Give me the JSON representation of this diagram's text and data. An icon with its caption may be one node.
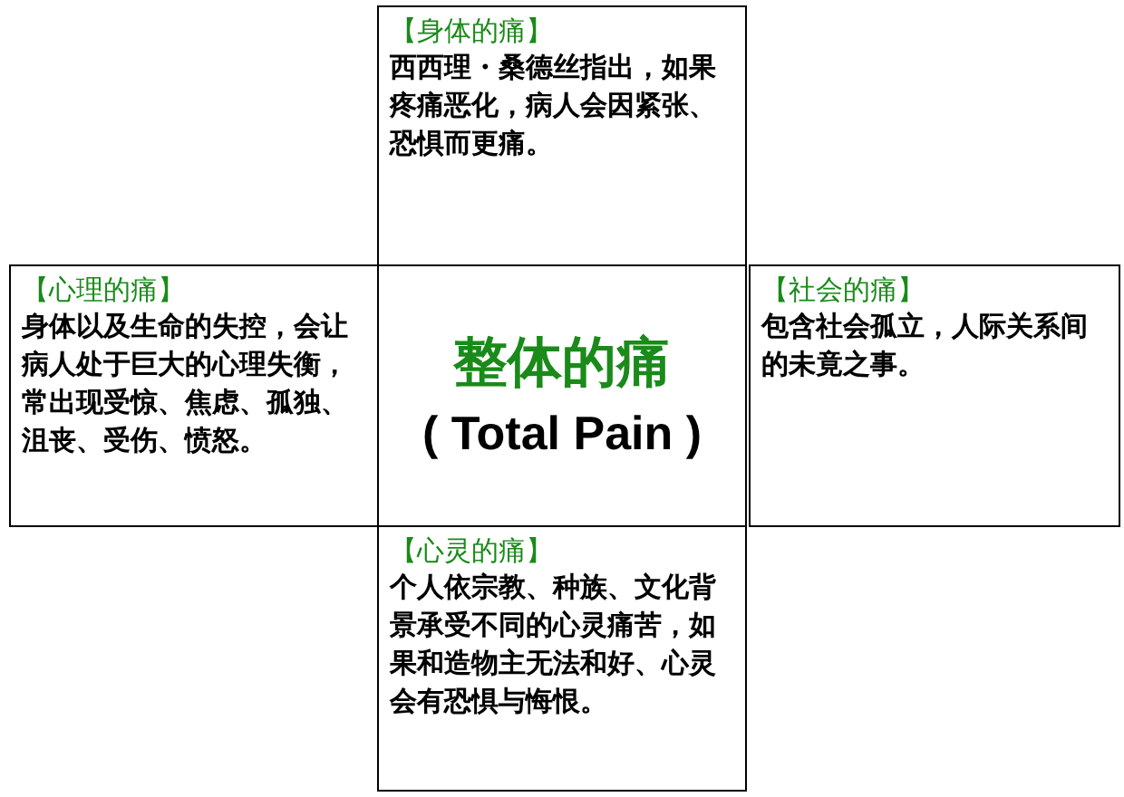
{
  "diagram": {
    "nodes": [
      {
        "text": [
          "【身体的痛】",
          "西西理・桑德丝指出，如果疼痛恶化，病人会因紧张、恐惧而更痛。"
        ]
      },
      {
        "text": [
          "【心理的痛】",
          "身体以及生命的失控，会让病人处于巨大的心理失衡，常出现受惊、焦虑、孤独、沮丧、受伤、愤怒。"
        ]
      },
      {
        "text": [
          "整体的痛",
          "( Total Pain )"
        ]
      },
      {
        "text": [
          "【社会的痛】",
          "包含社会孤立，人际关系间的未竟之事。"
        ]
      },
      {
        "text": [
          "【心灵的痛】",
          "个人依宗教、种族、文化背景承受不同的心灵痛苦，如果和造物主无法和好、心灵会有恐惧与悔恨。"
        ]
      }
    ]
  }
}
